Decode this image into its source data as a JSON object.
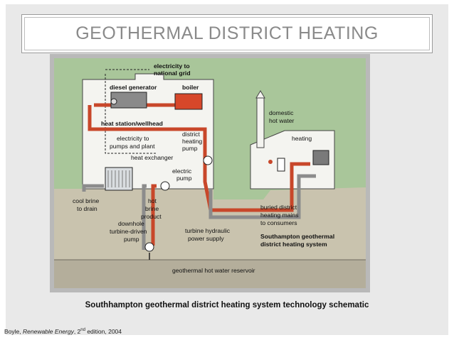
{
  "slide": {
    "title": "GEOTHERMAL DISTRICT HEATING",
    "caption": "Southhampton geothermal district heating system technology schematic",
    "citation": {
      "author": "Boyle, ",
      "book": "Renewable Energy",
      "edition_number": ", 2",
      "edition_suffix": "nd",
      "rest": " edition, 2004"
    }
  },
  "diagram": {
    "labels": {
      "electricity_grid_1": "electricity to",
      "electricity_grid_2": "national grid",
      "diesel_generator": "diesel generator",
      "boiler": "boiler",
      "heat_station": "heat station/wellhead",
      "electricity_pumps_1": "electricity to",
      "electricity_pumps_2": "pumps and plant",
      "district_pump_1": "district",
      "district_pump_2": "heating",
      "district_pump_3": "pump",
      "heat_exchanger": "heat exchanger",
      "electric_pump_1": "electric",
      "electric_pump_2": "pump",
      "domestic_1": "domestic",
      "domestic_2": "hot water",
      "heating": "heating",
      "cool_brine_1": "cool brine",
      "cool_brine_2": "to drain",
      "hot_brine_1": "hot",
      "hot_brine_2": "brine",
      "hot_brine_3": "product",
      "buried_1": "buried district",
      "buried_2": "heating mains",
      "buried_3": "to consumers",
      "turbine_hydraulic_1": "turbine hydraulic",
      "turbine_hydraulic_2": "power supply",
      "downhole_1": "downhole",
      "downhole_2": "turbine-driven",
      "downhole_3": "pump",
      "system_title_1": "Southampton geothermal",
      "system_title_2": "district heating system",
      "reservoir": "geothermal hot water reservoir"
    }
  }
}
